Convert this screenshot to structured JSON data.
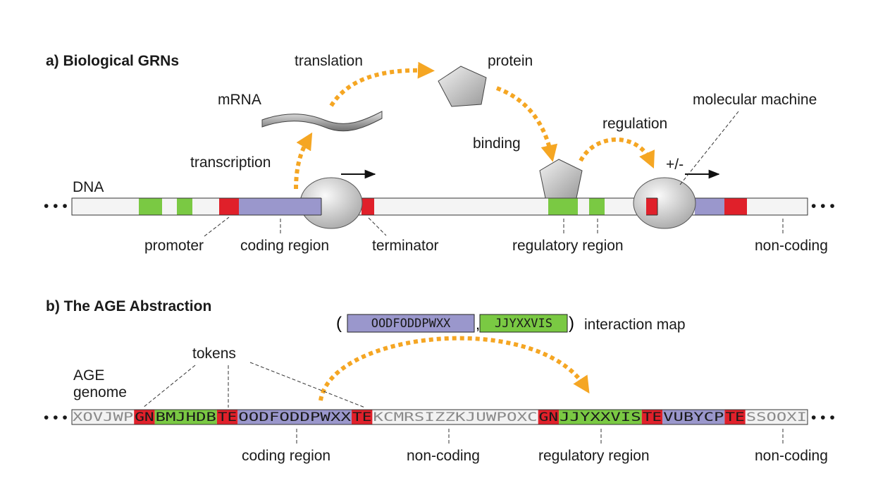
{
  "panel_a": {
    "title": "a) Biological GRNs",
    "labels": {
      "translation": "translation",
      "protein": "protein",
      "mrna": "mRNA",
      "molecular_machine": "molecular machine",
      "regulation": "regulation",
      "binding": "binding",
      "transcription": "transcription",
      "plus_minus": "+/-",
      "dna": "DNA",
      "promoter": "promoter",
      "coding_region": "coding region",
      "terminator": "terminator",
      "regulatory_region": "regulatory region",
      "non_coding": "non-coding"
    },
    "ellipsis": "• • •"
  },
  "panel_b": {
    "title": "b) The AGE Abstraction",
    "interaction_map": {
      "open": "(",
      "first": "OODFODDPWXX",
      "comma": ",",
      "second": "JJYXXVIS",
      "close": ")",
      "label": "interaction map"
    },
    "labels": {
      "tokens": "tokens",
      "age": "AGE",
      "genome": "genome",
      "coding_region": "coding region",
      "non_coding_1": "non-coding",
      "regulatory_region": "regulatory region",
      "non_coding_2": "non-coding"
    },
    "genome_segments": [
      {
        "text": "XOVJWP",
        "kind": "noncoding"
      },
      {
        "text": "GN",
        "kind": "token"
      },
      {
        "text": "BMJHDB",
        "kind": "regulatory"
      },
      {
        "text": "TE",
        "kind": "token"
      },
      {
        "text": "OODFODDPWXX",
        "kind": "coding"
      },
      {
        "text": "TE",
        "kind": "token"
      },
      {
        "text": "KCMRSIZZKJUWPOXC",
        "kind": "noncoding"
      },
      {
        "text": "GN",
        "kind": "token"
      },
      {
        "text": "JJYXXVIS",
        "kind": "regulatory"
      },
      {
        "text": "TE",
        "kind": "token"
      },
      {
        "text": "VUBYCP",
        "kind": "coding"
      },
      {
        "text": "TE",
        "kind": "token"
      },
      {
        "text": "SSOOXI",
        "kind": "noncoding"
      }
    ],
    "ellipsis": "• • •"
  },
  "colors": {
    "coding": "#9a97cc",
    "regulatory": "#7ac943",
    "token": "#e0202a",
    "noncoding_fill": "#f2f2f2",
    "arrow": "#f5a623"
  }
}
